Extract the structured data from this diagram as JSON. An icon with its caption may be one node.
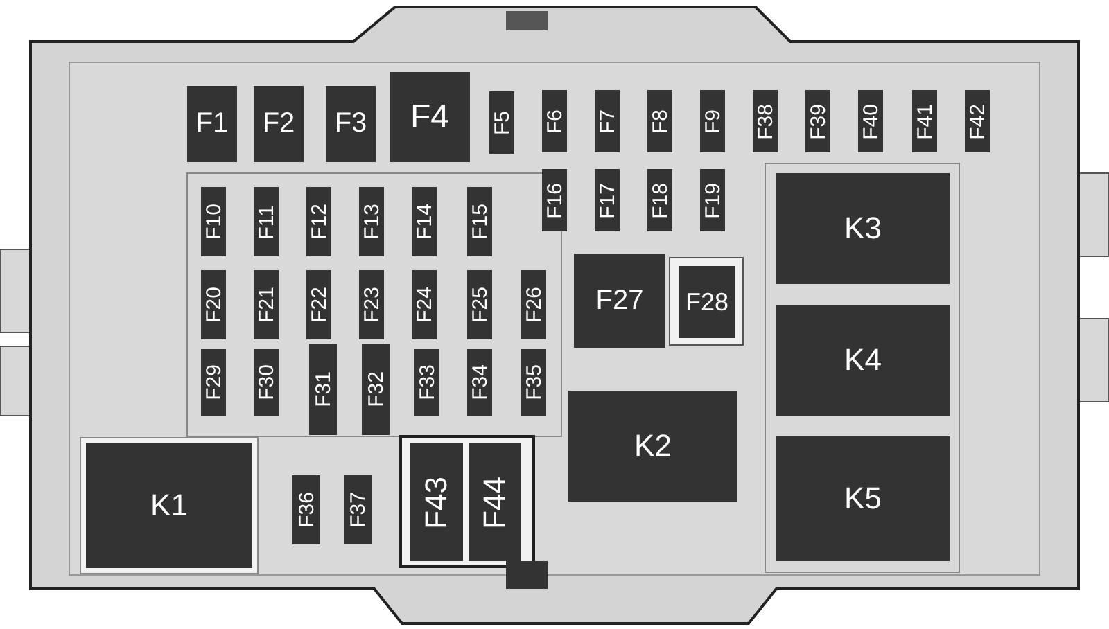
{
  "diagram": {
    "nodes": [
      {
        "text": [
          "F1"
        ]
      },
      {
        "text": [
          "F2"
        ]
      },
      {
        "text": [
          "F3"
        ]
      },
      {
        "text": [
          "F4"
        ]
      },
      {
        "text": [
          "F5"
        ]
      },
      {
        "text": [
          "F6"
        ]
      },
      {
        "text": [
          "F7"
        ]
      },
      {
        "text": [
          "F8"
        ]
      },
      {
        "text": [
          "F9"
        ]
      },
      {
        "text": [
          "F38"
        ]
      },
      {
        "text": [
          "F39"
        ]
      },
      {
        "text": [
          "F40"
        ]
      },
      {
        "text": [
          "F41"
        ]
      },
      {
        "text": [
          "F42"
        ]
      },
      {
        "text": [
          "F10"
        ]
      },
      {
        "text": [
          "F11"
        ]
      },
      {
        "text": [
          "F12"
        ]
      },
      {
        "text": [
          "F13"
        ]
      },
      {
        "text": [
          "F14"
        ]
      },
      {
        "text": [
          "F15"
        ]
      },
      {
        "text": [
          "F16"
        ]
      },
      {
        "text": [
          "F17"
        ]
      },
      {
        "text": [
          "F18"
        ]
      },
      {
        "text": [
          "F19"
        ]
      },
      {
        "text": [
          "K3"
        ]
      },
      {
        "text": [
          "F20"
        ]
      },
      {
        "text": [
          "F21"
        ]
      },
      {
        "text": [
          "F22"
        ]
      },
      {
        "text": [
          "F23"
        ]
      },
      {
        "text": [
          "F24"
        ]
      },
      {
        "text": [
          "F25"
        ]
      },
      {
        "text": [
          "F26"
        ]
      },
      {
        "text": [
          "F27"
        ]
      },
      {
        "text": [
          "F28"
        ]
      },
      {
        "text": [
          "K4"
        ]
      },
      {
        "text": [
          "F29"
        ]
      },
      {
        "text": [
          "F30"
        ]
      },
      {
        "text": [
          "F31"
        ]
      },
      {
        "text": [
          "F32"
        ]
      },
      {
        "text": [
          "F33"
        ]
      },
      {
        "text": [
          "F34"
        ]
      },
      {
        "text": [
          "F35"
        ]
      },
      {
        "text": [
          "K2"
        ]
      },
      {
        "text": [
          "K1"
        ]
      },
      {
        "text": [
          "F36"
        ]
      },
      {
        "text": [
          "F37"
        ]
      },
      {
        "text": [
          "F43"
        ]
      },
      {
        "text": [
          "F44"
        ]
      },
      {
        "text": [
          "K5"
        ]
      }
    ]
  }
}
